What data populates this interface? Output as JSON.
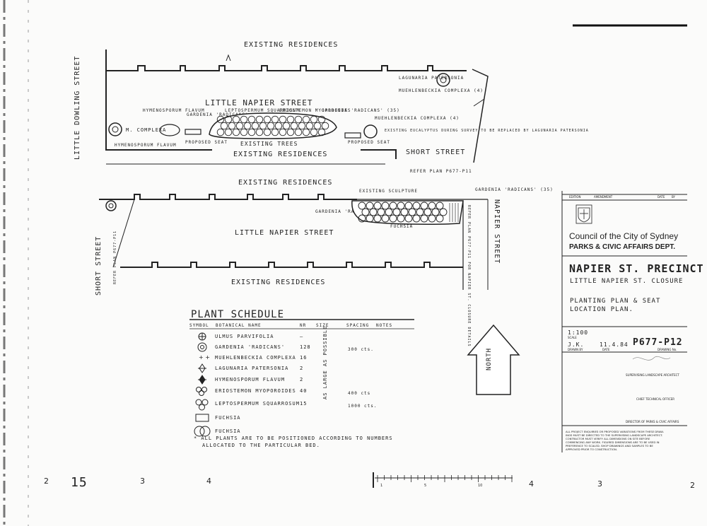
{
  "upper_plan": {
    "existing_top": "EXISTING RESIDENCES",
    "existing_bottom": "EXISTING RESIDENCES",
    "street_left": "LITTLE DOWLING STREET",
    "street_center": "LITTLE NAPIER STREET",
    "short_street": "SHORT STREET",
    "refer_plan": "REFER PLAN P677-P11",
    "existing_trees": "EXISTING TREES",
    "seat_left": "PROPOSED SEAT",
    "seat_right": "PROPOSED SEAT",
    "lbl_hymen_top": "HYMENOSPORUM FLAVUM",
    "lbl_gardenia": "GARDENIA 'RADICANS'",
    "lbl_lepto": "LEPTOSPERMUM SQUARROSUM",
    "lbl_erio": "ERIOSTEMON MYOPOROIDES",
    "lbl_gardenia2": "GARDENIA 'RADICANS' (35)",
    "lbl_mcomplexa": "M. COMPLEXA",
    "lbl_hymen_bottom": "HYMENOSPORUM FLAVUM",
    "lbl_lagunaria": "LAGUNARIA PATERSONIA",
    "lbl_muehl_top": "MUEHLENBECKIA COMPLEXA (4)",
    "lbl_muehl_mid": "MUEHLENBECKIA COMPLEXA (4)",
    "lbl_existing_note": "EXISTING EUCALYPTUS DURING SURVEY TO BE REPLACED BY LAGUNARIA PATERSONIA"
  },
  "lower_plan": {
    "existing_top": "EXISTING RESIDENCES",
    "existing_bottom": "EXISTING RESIDENCES",
    "street_center": "LITTLE NAPIER STREET",
    "street_right": "NAPIER STREET",
    "short_street": "SHORT STREET",
    "refer_plan": "REFER PLAN P677-P11",
    "refer_right": "REFER PLAN P677-P11 FOR NAPIER ST. CLOSURE DETAILS",
    "existing_sculpt": "EXISTING SCULPTURE",
    "lbl_gardenia_left": "GARDENIA 'RADICANS' (4)",
    "lbl_gardenia_right": "GARDENIA 'RADICANS' (35)",
    "lbl_fuchsia": "FUCHSIA"
  },
  "schedule": {
    "title": "PLANT SCHEDULE",
    "headers": [
      "SYMBOL",
      "BOTANICAL NAME",
      "NR",
      "SIZE",
      "SPACING",
      "NOTES"
    ],
    "rows": [
      {
        "name": "ULMUS PARVIFOLIA",
        "nr": "—",
        "spacing": ""
      },
      {
        "name": "GARDENIA 'RADICANS'",
        "nr": "128",
        "spacing": "300 cts."
      },
      {
        "name": "MUEHLENBECKIA COMPLEXA",
        "nr": "16",
        "spacing": ""
      },
      {
        "name": "LAGUNARIA PATERSONIA",
        "nr": "2",
        "spacing": ""
      },
      {
        "name": "HYMENOSPORUM FLAVUM",
        "nr": "2",
        "spacing": ""
      },
      {
        "name": "ERIOSTEMON MYOPOROIDES",
        "nr": "40",
        "spacing": "400 cts"
      },
      {
        "name": "LEPTOSPERMUM SQUARROSUM",
        "nr": "15",
        "spacing": "1000 cts."
      },
      {
        "name": "FUCHSIA",
        "nr": "",
        "spacing": ""
      },
      {
        "name": "FUCHSIA",
        "nr": "",
        "spacing": ""
      }
    ],
    "size_note": "AS LARGE AS POSSIBLE",
    "footnote_1": "* ALL PLANTS ARE TO BE POSITIONED ACCORDING TO NUMBERS",
    "footnote_2": "ALLOCATED TO THE PARTICULAR BED."
  },
  "north": "NORTH",
  "title_block": {
    "rev_headers": [
      "EDITION",
      "AMENDMENT",
      "DATE",
      "BY"
    ],
    "council": "Council of the City of Sydney",
    "dept": "PARKS & CIVIC AFFAIRS DEPT.",
    "project": "NAPIER ST. PRECINCT",
    "subtitle": "LITTLE NAPIER ST. CLOSURE",
    "drawing_title_1": "PLANTING PLAN & SEAT",
    "drawing_title_2": "LOCATION PLAN.",
    "scale": "1:100",
    "scale_label": "SCALE",
    "drawn": "J.K.",
    "drawn_label": "DRAWN BY",
    "date": "11.4.84",
    "date_label": "DATE",
    "drawing_no": "P677-P12",
    "drawing_no_label": "DRAWING No.",
    "sig_1": "SUPERVISING LANDSCAPE ARCHITECT",
    "sig_2": "CHIEF TECHNICAL OFFICER",
    "sig_3": "DIRECTOR OF PARKS & CIVIC AFFAIRS",
    "notes": [
      "ALL PROJECT ENQUIRIES OR PROPOSED VARIATIONS FROM THESE DRAW-",
      "INGS MUST BE DIRECTED TO THE SUPERVISING LANDSCAPE ARCHITECT.",
      "CONTRACTOR MUST VERIFY ALL DIMENSIONS ON SITE BEFORE",
      "COMMENCING ANY WORK. FIGURED DIMENSIONS ARE TO BE USED IN",
      "PREFERENCE TO SCALED. SHOP DRAWINGS AND SAMPLES TO BE",
      "APPROVED PRIOR TO CONSTRUCTION."
    ]
  },
  "margin_marks": [
    "2",
    "15",
    "3",
    "4",
    "4",
    "3",
    "2"
  ],
  "scale_bar_ticks": [
    "1",
    "5",
    "10"
  ]
}
